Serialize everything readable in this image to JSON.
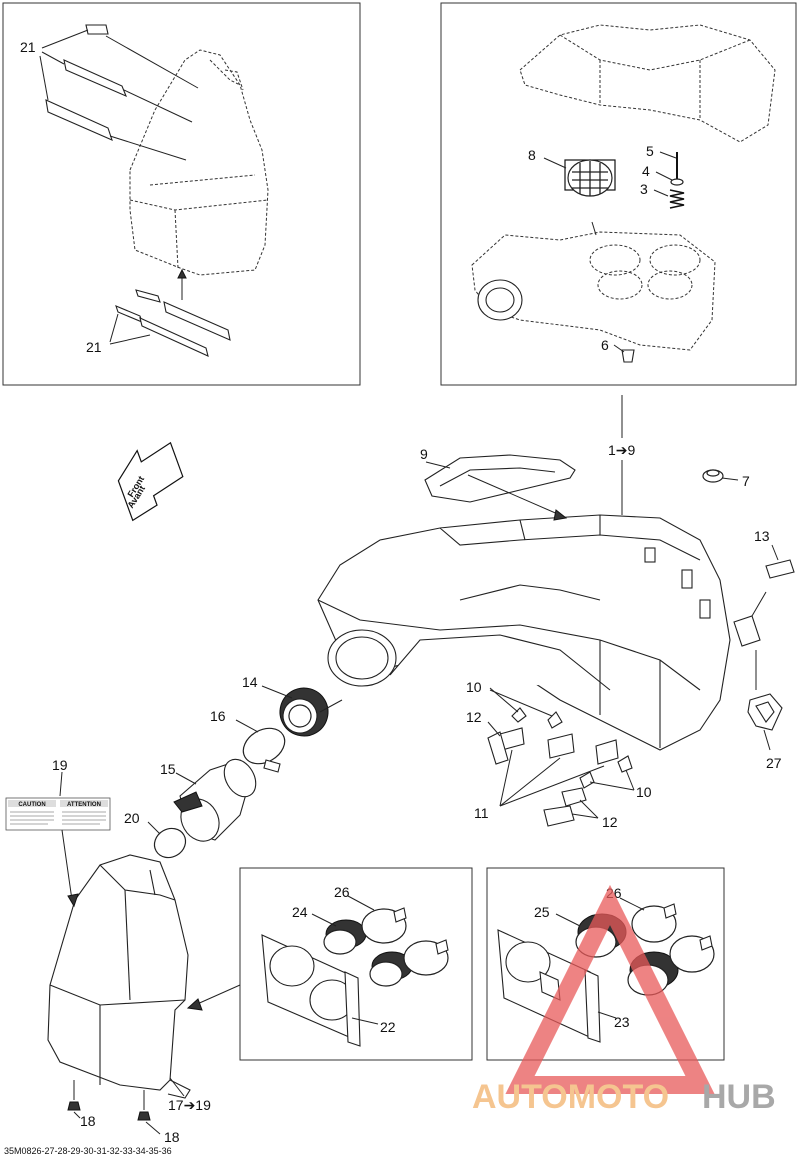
{
  "callouts": {
    "c21_top": "21",
    "c21_bottom": "21",
    "c8": "8",
    "c5": "5",
    "c4": "4",
    "c3": "3",
    "c6": "6",
    "c9": "9",
    "c1to9": "1➔9",
    "c7": "7",
    "c13": "13",
    "c14": "14",
    "c16": "16",
    "c10_left": "10",
    "c10_right": "10",
    "c12_left": "12",
    "c12_right": "12",
    "c11": "11",
    "c27": "27",
    "c19": "19",
    "c15": "15",
    "c20": "20",
    "c26_left": "26",
    "c26_right": "26",
    "c24": "24",
    "c25": "25",
    "c22": "22",
    "c23": "23",
    "c18_a": "18",
    "c18_b": "18",
    "c17to19": "17➔19"
  },
  "front_arrow": {
    "line1": "Front",
    "line2": "Avant"
  },
  "caution_label": {
    "left": "CAUTION",
    "right": "ATTENTION"
  },
  "watermark": {
    "part1": "AUTOMOTO",
    "part2": "HUB",
    "color1": "#f2b26b",
    "color2": "#8c8c8c",
    "triangle_color": "#e85a5a"
  },
  "footer": {
    "code": "35M0826-27-28-29-30-31-32-33-34-35-36"
  }
}
